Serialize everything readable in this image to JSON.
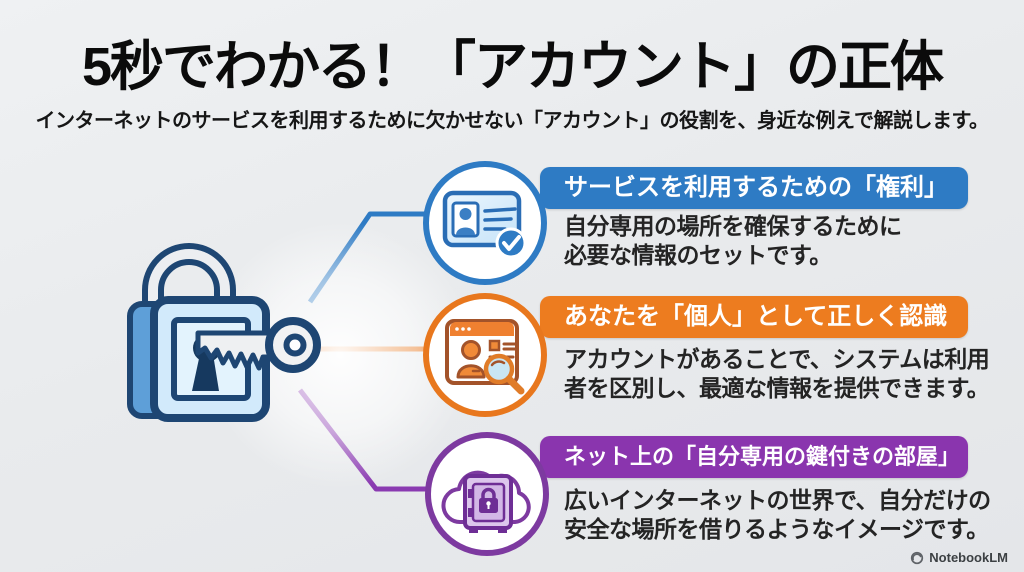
{
  "title": "5秒でわかる！「アカウント」の正体",
  "subtitle": "インターネットのサービスを利用するために欠かせない「アカウント」の役割を、身近な例えで解説します。",
  "colors": {
    "blue": "#2e7bc4",
    "orange": "#ed7c1f",
    "purple": "#8a35ae",
    "background": "#e9ebed"
  },
  "illustration": {
    "name": "padlock-and-key"
  },
  "sections": [
    {
      "icon": "id-card-check-icon",
      "accent": "#2e7bc4",
      "heading": "サービスを利用するための「権利」",
      "body_lines": [
        "自分専用の場所を確保するために",
        "必要な情報のセットです。"
      ]
    },
    {
      "icon": "browser-user-search-icon",
      "accent": "#ed7c1f",
      "heading": "あなたを「個人」として正しく認識",
      "body_lines": [
        "アカウントがあることで、システムは利用",
        "者を区別し、最適な情報を提供できます。"
      ]
    },
    {
      "icon": "cloud-safe-lock-icon",
      "accent": "#8a35ae",
      "heading": "ネット上の「自分専用の鍵付きの部屋」",
      "body_lines": [
        "広いインターネットの世界で、自分だけの",
        "安全な場所を借りるようなイメージです。"
      ]
    }
  ],
  "watermark": {
    "label": "NotebookLM",
    "icon": "notebooklm-logo-icon"
  }
}
